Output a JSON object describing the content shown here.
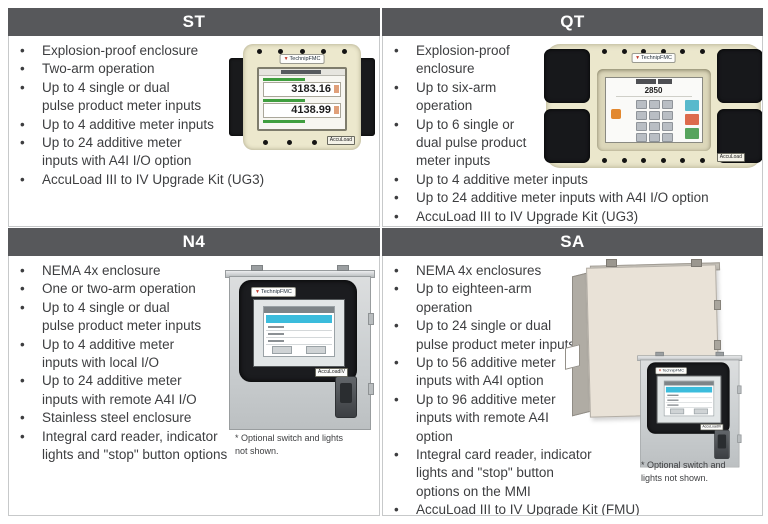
{
  "colors": {
    "header_bar": "#57585b",
    "header_text": "#ffffff",
    "body_text": "#3d3e40",
    "cell_border": "#c7c9ca",
    "enclosure_beige": "#ebe7cc",
    "enclosure_black": "#17181b",
    "stainless": "#cdd0d2",
    "screen_green_bar": "#3f9e3f",
    "screen_highlight_cyan": "#3bbcdc",
    "key_blue": "#58b9cc",
    "key_red": "#dd6b4c",
    "key_green": "#57a45d",
    "key_orange": "#e2882f"
  },
  "panels": {
    "st": {
      "title": "ST",
      "bullets": [
        "Explosion-proof enclosure",
        "Two-arm operation",
        "Up to 4 single or dual\npulse product meter inputs",
        "Up to 4 additive meter inputs",
        "Up to 24 additive meter\ninputs with A4I I/O option",
        "AccuLoad III to IV Upgrade Kit (UG3)"
      ],
      "device": {
        "brand": "TechnipFMC",
        "badge": "AccuLoad",
        "screen_reading_1": "3183.16",
        "screen_reading_2": "4138.99"
      }
    },
    "qt": {
      "title": "QT",
      "bullets": [
        "Explosion-proof\nenclosure",
        "Up to six-arm\noperation",
        "Up to 6 single or\ndual pulse product\nmeter inputs",
        "Up to 4 additive meter inputs",
        "Up to 24 additive meter inputs with A4I I/O option",
        "AccuLoad III to IV Upgrade Kit (UG3)"
      ],
      "device": {
        "brand": "TechnipFMC",
        "badge": "AccuLoad",
        "screen_value": "2850"
      }
    },
    "n4": {
      "title": "N4",
      "bullets": [
        "NEMA 4x enclosure",
        "One or two-arm operation",
        "Up to 4 single or dual\npulse product meter inputs",
        "Up to 4 additive meter\ninputs with local I/O",
        "Up to 24 additive meter\ninputs with remote A4I I/O",
        "Stainless steel enclosure",
        "Integral card reader, indicator\nlights and \"stop\" button options"
      ],
      "caption": "* Optional switch and lights\nnot shown.",
      "device": {
        "brand": "TechnipFMC",
        "badge": "AccuLoadIV"
      }
    },
    "sa": {
      "title": "SA",
      "bullets": [
        "NEMA 4x enclosures",
        "Up to eighteen-arm\noperation",
        "Up to 24 single or dual\npulse product meter inputs",
        "Up to 56 additive meter\ninputs with A4I option",
        "Up to 96 additive meter\ninputs with remote A4I\noption",
        "Integral card reader, indicator\nlights and \"stop\" button\noptions on the MMI",
        "AccuLoad III to IV Upgrade Kit (FMU)"
      ],
      "caption": "* Optional switch and\nlights not shown.",
      "device": {
        "brand": "TechnipFMC",
        "badge": "AccuLoadIV"
      }
    }
  }
}
